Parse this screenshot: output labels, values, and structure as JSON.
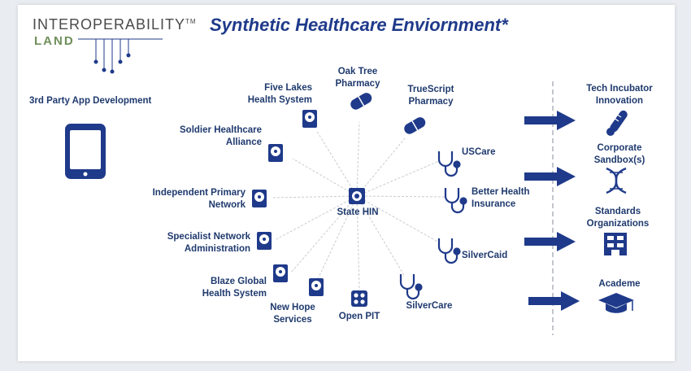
{
  "header": {
    "logo_line1": "INTEROPERABILITY",
    "logo_tm": "TM",
    "logo_line2": "LAND",
    "title": "Synthetic Healthcare Enviornment*"
  },
  "hub": {
    "label": "State HIN",
    "icon": "hub-icon"
  },
  "left": {
    "app_dev_label": "3rd Party App Development",
    "app_dev_icon": "tablet-icon"
  },
  "nodes": [
    {
      "id": "five-lakes",
      "line1": "Five Lakes",
      "line2": "Health System",
      "icon": "hard-drive-icon"
    },
    {
      "id": "oak-tree",
      "line1": "Oak Tree",
      "line2": "Pharmacy",
      "icon": "pill-icon"
    },
    {
      "id": "truescript",
      "line1": "TrueScript",
      "line2": "Pharmacy",
      "icon": "pill-icon"
    },
    {
      "id": "soldier",
      "line1": "Soldier Healthcare",
      "line2": "Alliance",
      "icon": "hard-drive-icon"
    },
    {
      "id": "uscare",
      "line1": "USCare",
      "line2": "",
      "icon": "stethoscope-icon"
    },
    {
      "id": "independent",
      "line1": "Independent Primary",
      "line2": "Network",
      "icon": "hard-drive-icon"
    },
    {
      "id": "better-health",
      "line1": "Better Health",
      "line2": "Insurance",
      "icon": "stethoscope-icon"
    },
    {
      "id": "specialist",
      "line1": "Specialist Network",
      "line2": "Administration",
      "icon": "hard-drive-icon"
    },
    {
      "id": "silvercaid",
      "line1": "SilverCaid",
      "line2": "",
      "icon": "stethoscope-icon"
    },
    {
      "id": "blaze",
      "line1": "Blaze Global",
      "line2": "Health System",
      "icon": "hard-drive-icon"
    },
    {
      "id": "new-hope",
      "line1": "New Hope",
      "line2": "Services",
      "icon": "hard-drive-icon"
    },
    {
      "id": "open-pit",
      "line1": "Open PIT",
      "line2": "",
      "icon": "grid-icon"
    },
    {
      "id": "silvercare",
      "line1": "SilverCare",
      "line2": "",
      "icon": "stethoscope-icon"
    }
  ],
  "right": [
    {
      "id": "tech-incubator",
      "line1": "Tech Incubator",
      "line2": "Innovation",
      "icon": "thermometer-icon"
    },
    {
      "id": "corporate",
      "line1": "Corporate",
      "line2": "Sandbox(s)",
      "icon": "dna-icon"
    },
    {
      "id": "standards",
      "line1": "Standards",
      "line2": "Organizations",
      "icon": "building-icon"
    },
    {
      "id": "academe",
      "line1": "Academe",
      "line2": "",
      "icon": "graduation-cap-icon"
    }
  ],
  "colors": {
    "primary": "#1f3a8a",
    "text": "#1f3a6e",
    "logo_green": "#6f8f5a",
    "spoke": "#c9ccd2"
  }
}
